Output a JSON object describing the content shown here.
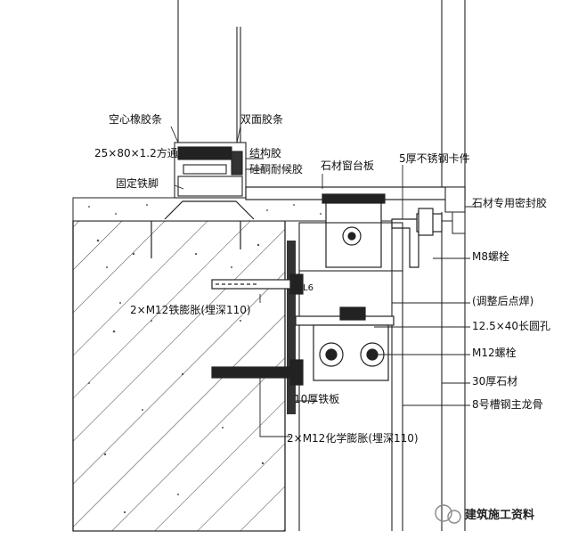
{
  "labels": {
    "hollow_rubber_strip": "空心橡胶条",
    "double_sided_tape": "双面胶条",
    "square_tube": "25×80×1.2方通",
    "structural_adhesive": "结构胶",
    "silicone_weather_sealant": "硅酮耐候胶",
    "fixing_iron_foot": "固定铁脚",
    "stone_window_sill": "石材窗台板",
    "stainless_clip": "5厚不锈钢卡件",
    "stone_sealant": "石材专用密封胶",
    "m8_bolt": "M8螺栓",
    "angle_mark": "L6",
    "iron_expansion_bolt": "2×M12铁膨胀(埋深110)",
    "weld_after_adjust": "(调整后点焊)",
    "slot_hole": "12.5×40长圆孔",
    "m12_bolt": "M12螺栓",
    "stone_30mm": "30厚石材",
    "iron_plate": "10厚铁板",
    "channel_steel_keel": "8号槽钢主龙骨",
    "chemical_expansion_bolt": "2×M12化学膨胀(埋深110)"
  },
  "watermark": "建筑施工资料"
}
